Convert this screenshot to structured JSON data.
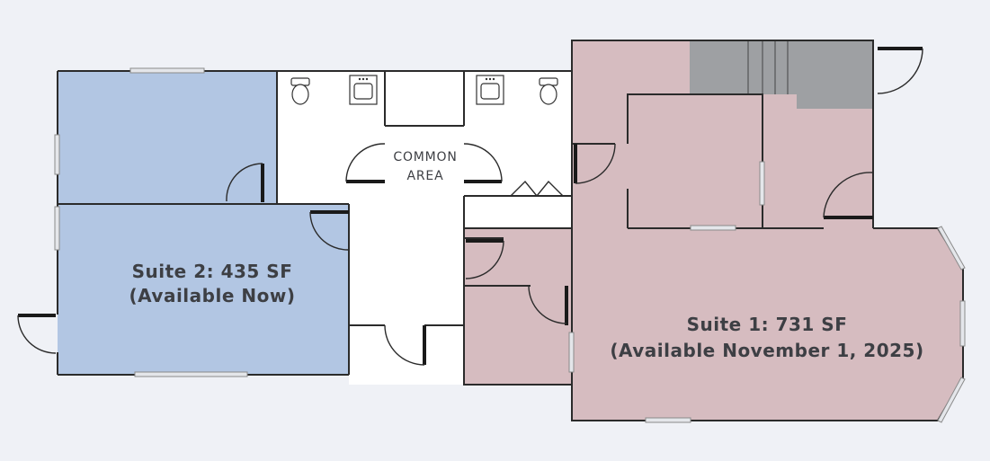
{
  "colors": {
    "background": "#eff1f6",
    "suite1_fill": "#d6bcc0",
    "suite2_fill": "#b2c6e3",
    "common_fill": "#ffffff",
    "stair_fill": "#9ea0a3",
    "wall": "#2b2b2b"
  },
  "suite2": {
    "title": "Suite 2: 435 SF",
    "availability": "(Available Now)"
  },
  "suite1": {
    "title": "Suite 1: 731 SF",
    "availability": "(Available November 1, 2025)"
  },
  "common": {
    "line1": "COMMON",
    "line2": "AREA"
  },
  "icons": [
    "toilet-icon",
    "sink-icon",
    "stairs-icon",
    "door-icon",
    "window-icon"
  ]
}
